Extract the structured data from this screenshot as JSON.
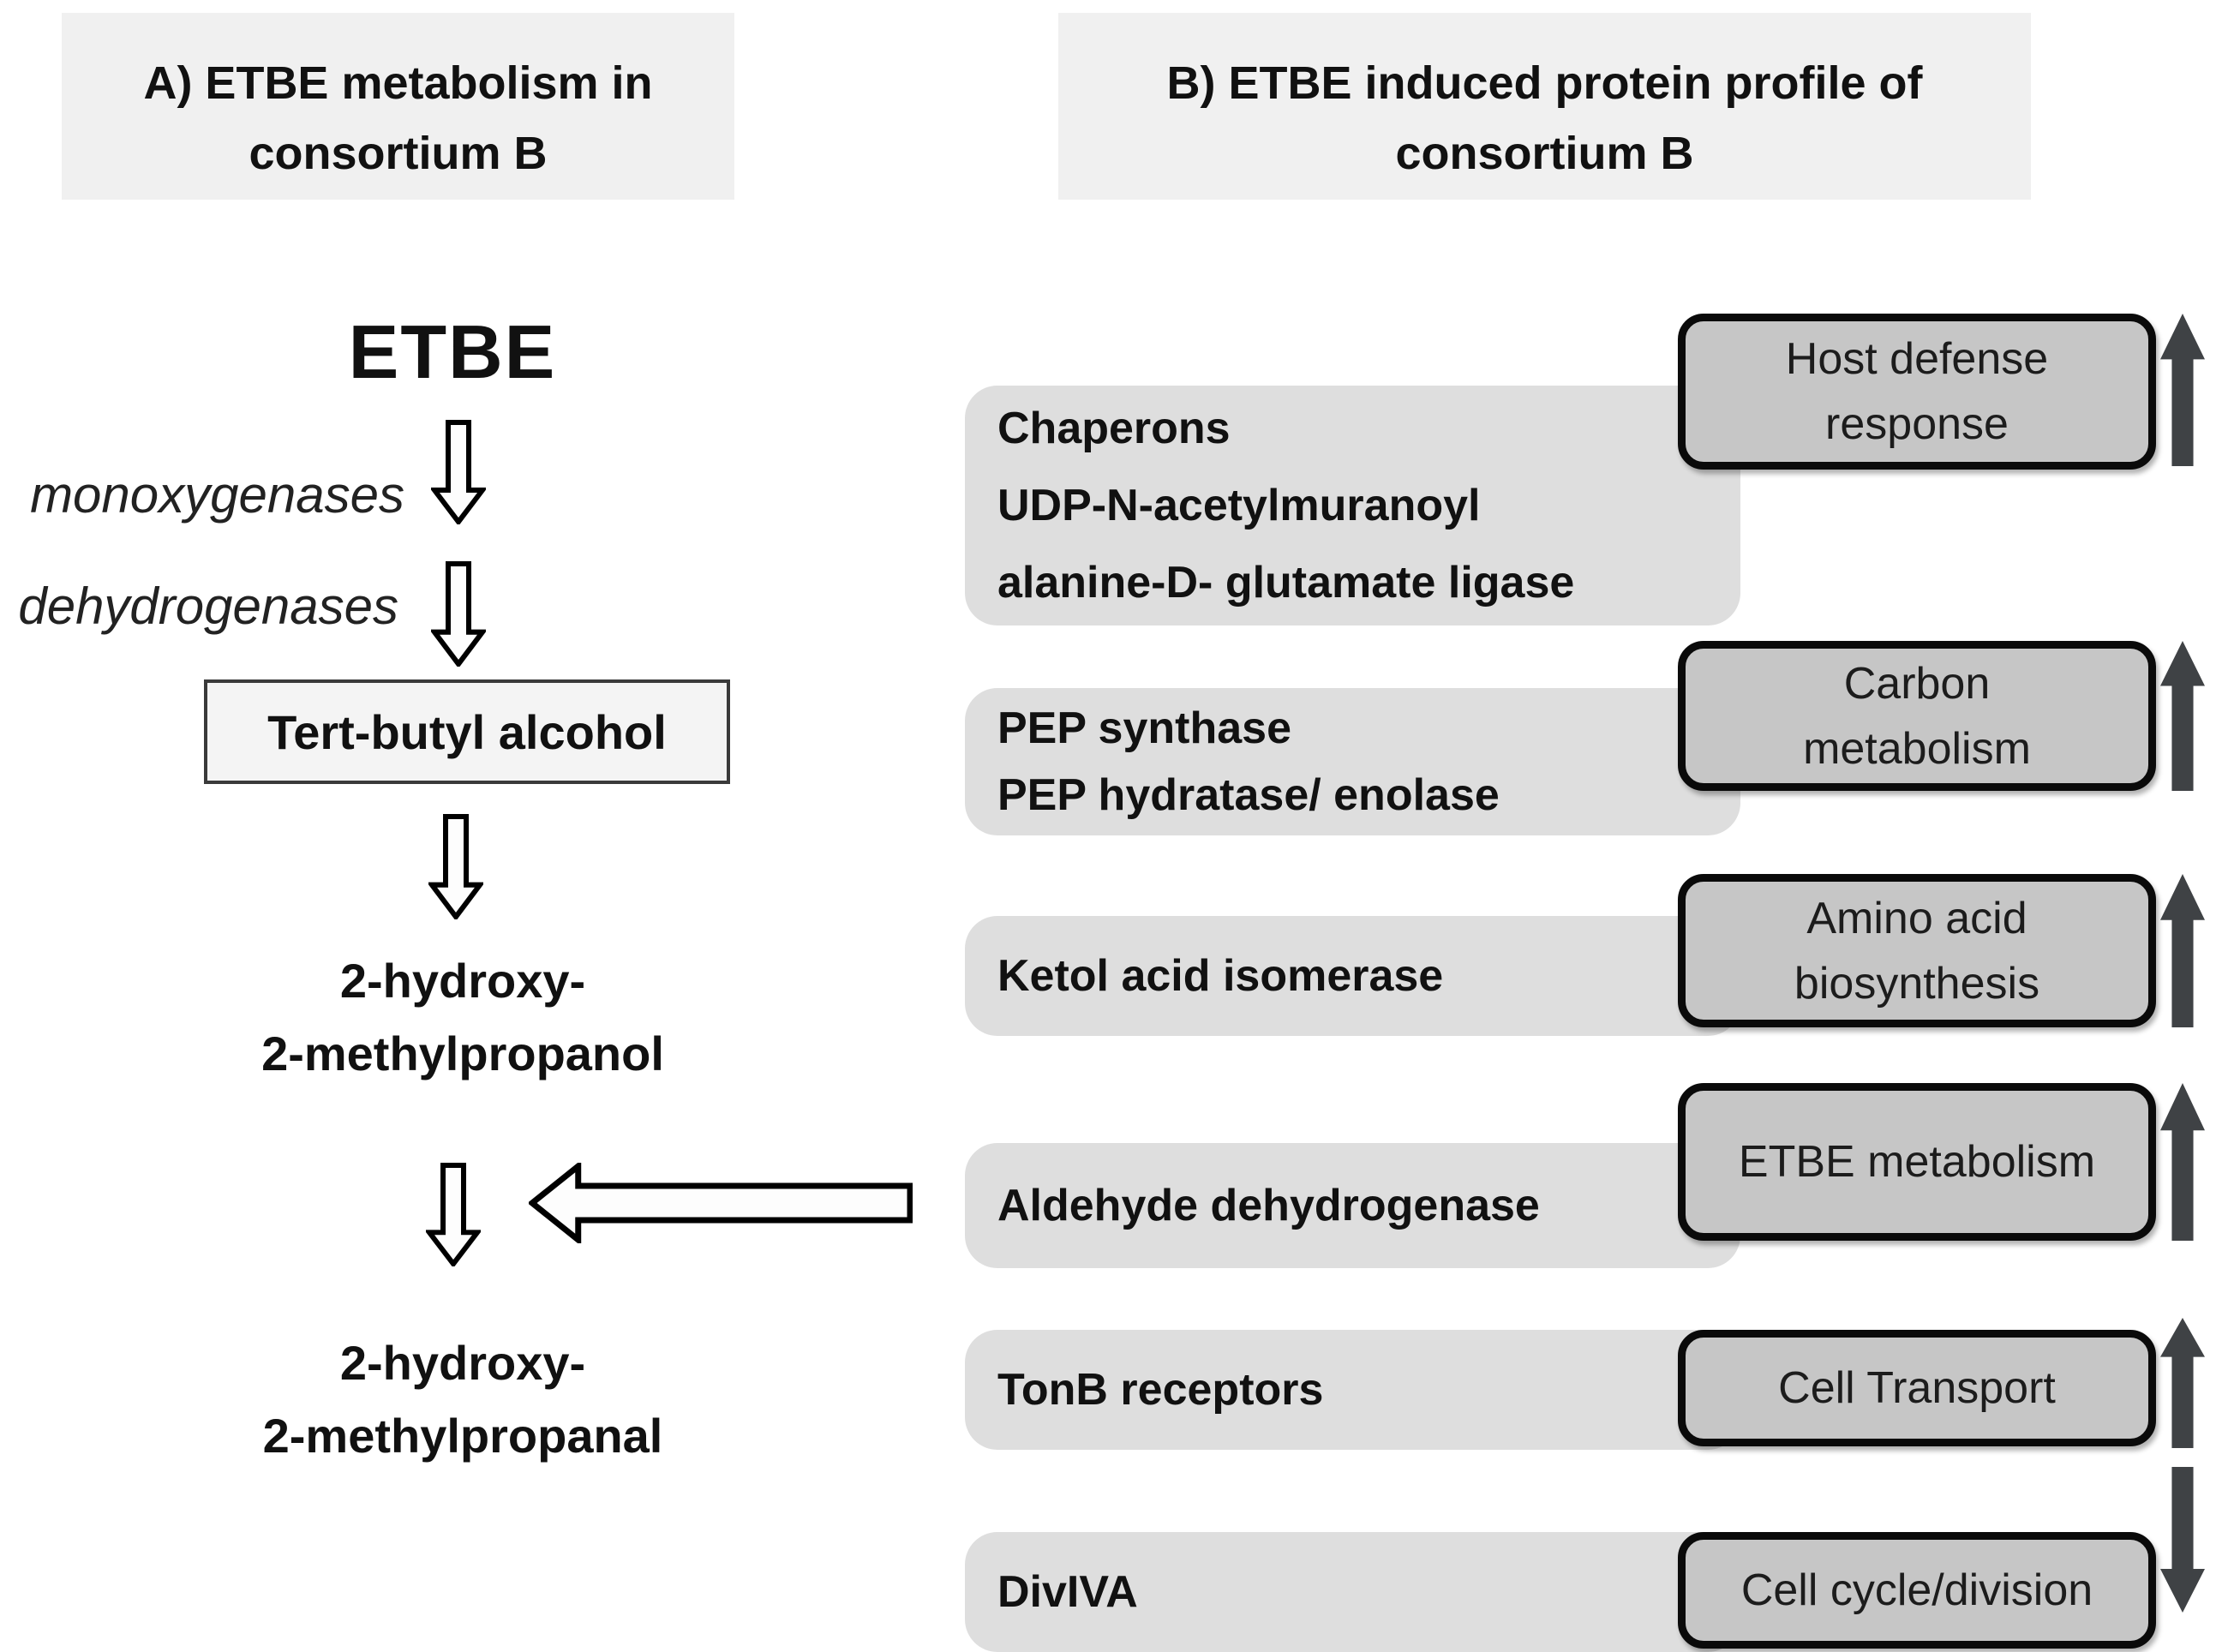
{
  "colors": {
    "title_bg": "#f0f0f0",
    "protein_block_bg": "#dedede",
    "function_box_bg": "#c6c6c6",
    "function_box_border": "#0a0a0a",
    "tba_box_bg": "#f4f4f4",
    "trend_arrow": "#3f4245",
    "text": "#111111"
  },
  "panel_a": {
    "title": {
      "line1": "A) ETBE metabolism in",
      "line2": "consortium B"
    },
    "pathway": {
      "start": "ETBE",
      "enzyme1": "monoxygenases",
      "enzyme2": "dehydrogenases",
      "intermediate1": "Tert-butyl alcohol",
      "intermediate2": {
        "line1": "2-hydroxy-",
        "line2": "2-methylpropanol"
      },
      "product": {
        "line1": "2-hydroxy-",
        "line2": "2-methylpropanal"
      }
    }
  },
  "panel_b": {
    "title": {
      "line1": "B) ETBE induced protein profile of",
      "line2": "consortium B"
    },
    "rows": [
      {
        "proteins": [
          "Chaperons",
          "UDP-N-acetylmuranoyl",
          "alanine-D- glutamate ligase"
        ],
        "function": {
          "line1": "Host defense",
          "line2": "response"
        },
        "trend": "up"
      },
      {
        "proteins": [
          "PEP synthase",
          "PEP hydratase/ enolase"
        ],
        "function": {
          "line1": "Carbon",
          "line2": "metabolism"
        },
        "trend": "up"
      },
      {
        "proteins": [
          "Ketol acid isomerase"
        ],
        "function": {
          "line1": "Amino acid",
          "line2": "biosynthesis"
        },
        "trend": "up"
      },
      {
        "proteins": [
          "Aldehyde dehydrogenase"
        ],
        "function": {
          "line1": "ETBE metabolism"
        },
        "trend": "up"
      },
      {
        "proteins": [
          "TonB receptors"
        ],
        "function": {
          "line1": "Cell Transport"
        },
        "trend": "up"
      },
      {
        "proteins": [
          "DivIVA"
        ],
        "function": {
          "line1": "Cell cycle/division"
        },
        "trend": "down"
      }
    ]
  }
}
